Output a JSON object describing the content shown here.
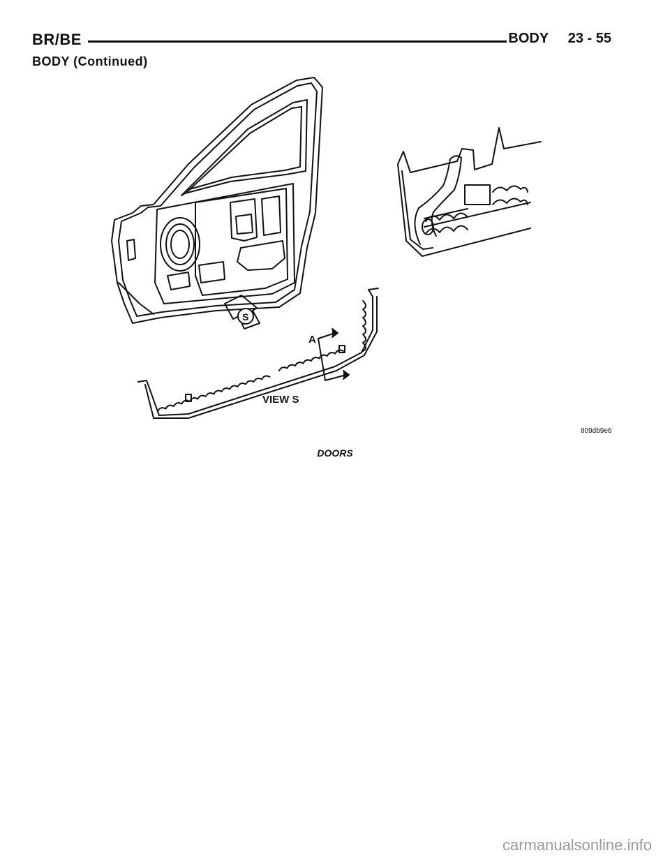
{
  "header": {
    "manual_code": "BR/BE",
    "section": "BODY",
    "page_number": "23 - 55"
  },
  "subtitle": "BODY (Continued)",
  "figure": {
    "labels": {
      "view_letter": "S",
      "section_letter": "A",
      "view_label": "VIEW S"
    },
    "figure_id": "809db9e6",
    "caption": "DOORS"
  },
  "watermark": "carmanualsonline.info"
}
